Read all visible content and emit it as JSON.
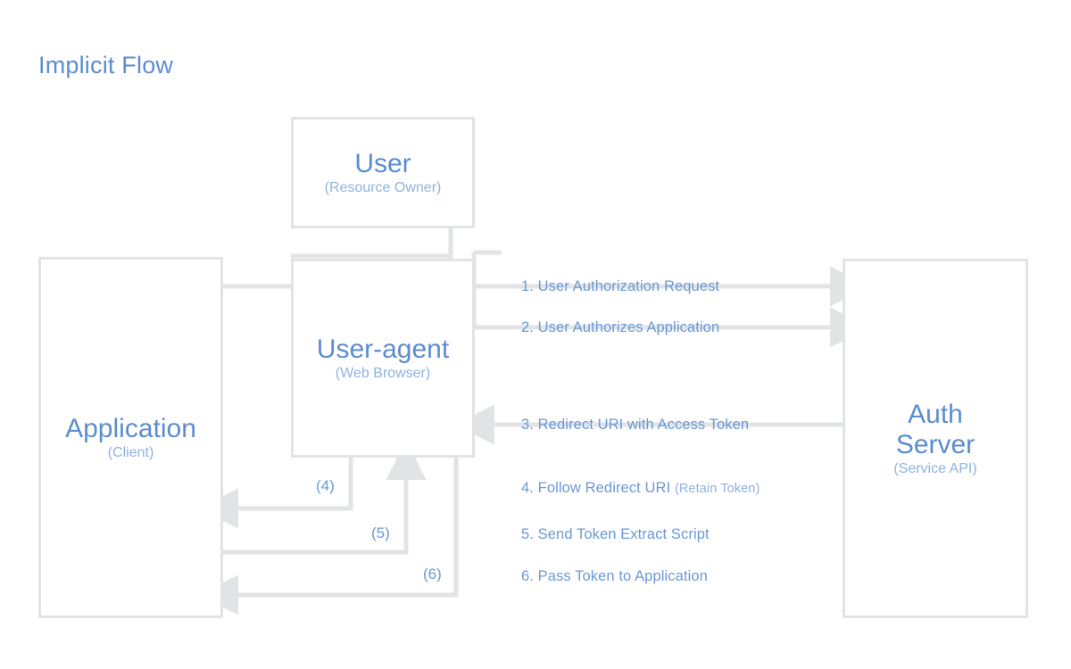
{
  "title": "Implicit Flow",
  "colors": {
    "heading": "#5b8dd0",
    "node_title": "#5b8dd0",
    "node_subtitle": "#8eb2e0",
    "step_text": "#6a9ad6",
    "line": "#e2e3e5",
    "background": "#ffffff"
  },
  "nodes": [
    {
      "id": "user",
      "title": "User",
      "subtitle": "(Resource Owner)"
    },
    {
      "id": "useragent",
      "title": "User-agent",
      "subtitle": "(Web Browser)"
    },
    {
      "id": "app",
      "title": "Application",
      "subtitle": "(Client)"
    },
    {
      "id": "auth",
      "title": "Auth\nServer",
      "subtitle": "(Service API)"
    }
  ],
  "steps": [
    {
      "number": "1.",
      "text": "User Authorization Request",
      "paren": "",
      "direction": "right"
    },
    {
      "number": "2.",
      "text": "User Authorizes Application",
      "paren": "",
      "direction": "right"
    },
    {
      "number": "3.",
      "text": "Redirect URI with Access Token",
      "paren": "",
      "direction": "left"
    },
    {
      "number": "4.",
      "text": "Follow Redirect URI",
      "paren": "(Retain Token)",
      "direction": "none"
    },
    {
      "number": "5.",
      "text": "Send Token Extract Script",
      "paren": "",
      "direction": "none"
    },
    {
      "number": "6.",
      "text": "Pass Token to Application",
      "paren": "",
      "direction": "none"
    }
  ],
  "connector_labels": [
    {
      "id": "c4",
      "text": "(4)"
    },
    {
      "id": "c5",
      "text": "(5)"
    },
    {
      "id": "c6",
      "text": "(6)"
    }
  ]
}
